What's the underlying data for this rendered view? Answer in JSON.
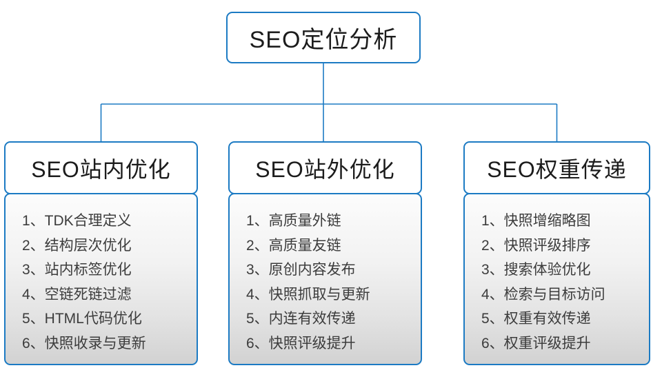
{
  "colors": {
    "accent": "#1b7ac3",
    "header_text": "#1c1c1c",
    "item_text": "#3c3c3c",
    "list_gradient_top": "#fcfcfc",
    "list_gradient_bottom": "#d2d2d2"
  },
  "root": {
    "label": "SEO定位分析"
  },
  "columns": [
    {
      "id": "onsite",
      "title": "SEO站内优化",
      "items": [
        "1、TDK合理定义",
        "2、结构层次优化",
        "3、站内标签优化",
        "4、空链死链过滤",
        "5、HTML代码优化",
        "6、快照收录与更新"
      ]
    },
    {
      "id": "offsite",
      "title": "SEO站外优化",
      "items": [
        "1、高质量外链",
        "2、高质量友链",
        "3、原创内容发布",
        "4、快照抓取与更新",
        "5、内连有效传递",
        "6、快照评级提升"
      ]
    },
    {
      "id": "weight",
      "title": "SEO权重传递",
      "items": [
        "1、快照增缩略图",
        "2、快照评级排序",
        "3、搜索体验优化",
        "4、检索与目标访问",
        "5、权重有效传递",
        "6、权重评级提升"
      ]
    }
  ]
}
